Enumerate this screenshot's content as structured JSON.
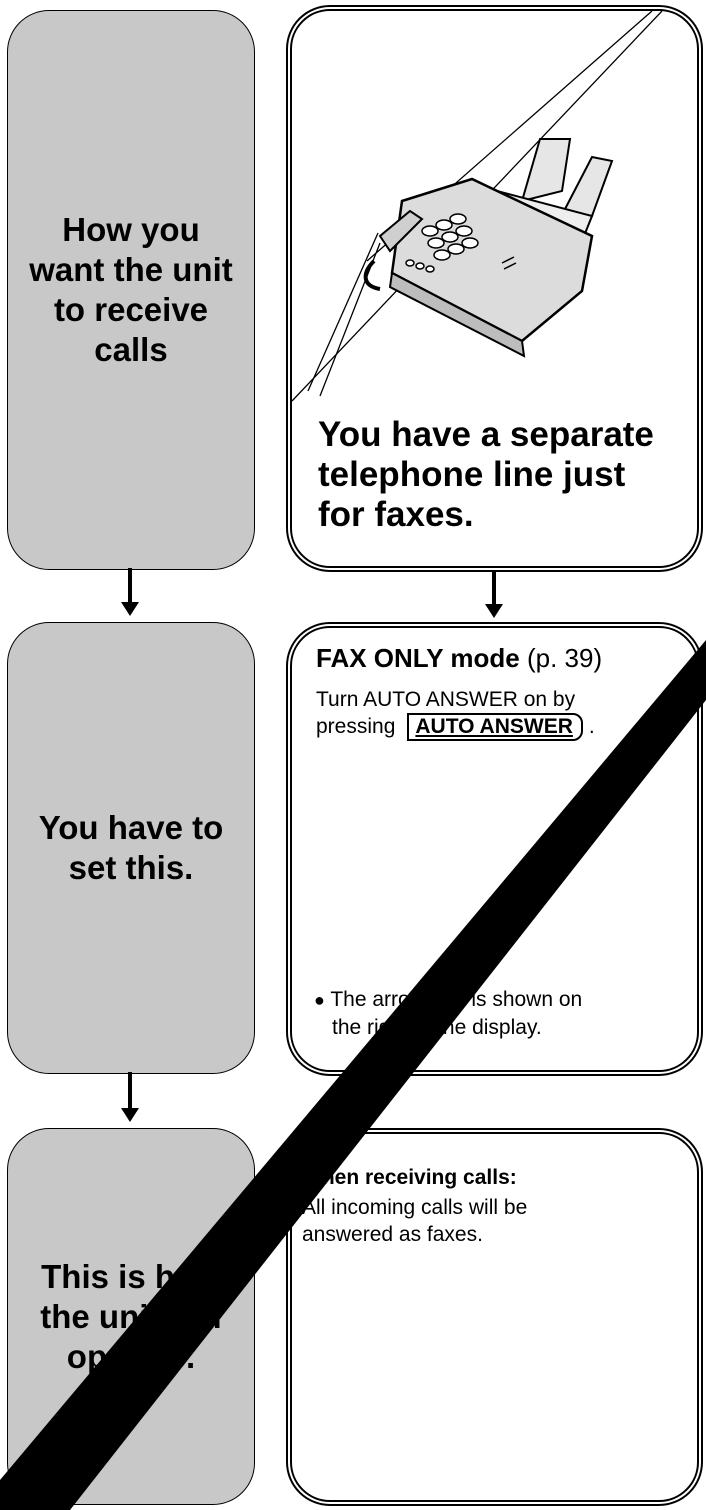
{
  "left_column": {
    "box1": "How you\nwant the unit\nto receive\ncalls",
    "box2": "You have to\nset this.",
    "box3": "This is how\nthe unit will\noperate."
  },
  "right_column": {
    "situation": "You have a separate\ntelephone line just\nfor faxes.",
    "mode_title": "FAX ONLY mode",
    "mode_ref": " (p. 39)",
    "instruction_line1": "Turn AUTO ANSWER on by",
    "instruction_line2": "pressing",
    "button_label": "AUTO ANSWER",
    "instruction_end": ".",
    "note_line1": "The arrow (▼) is shown on",
    "note_line2": "the right of the display.",
    "receiving_title": "When receiving calls:",
    "receiving_body": "All incoming calls will be\nanswered as faxes."
  }
}
